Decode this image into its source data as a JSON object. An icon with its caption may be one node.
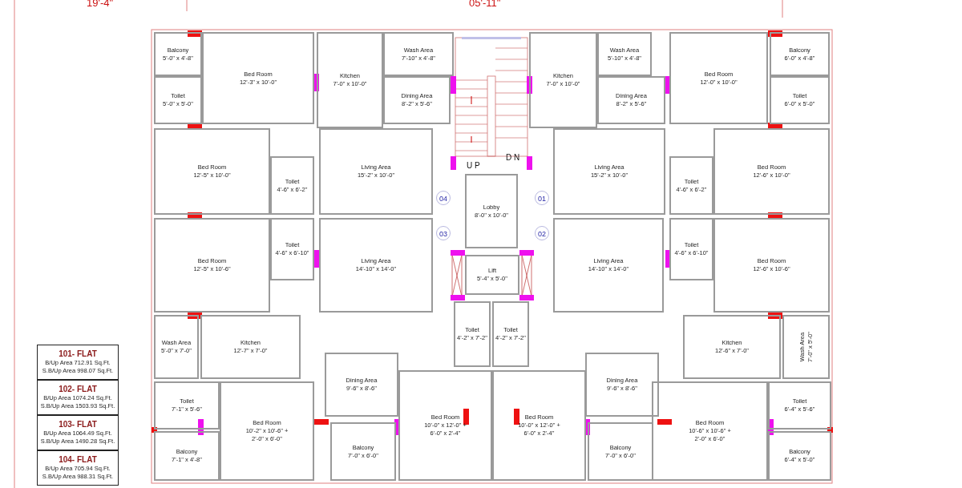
{
  "diagram": {
    "nodes": [
      {
        "text": [
          "Balcony",
          "5'-0\" x 4'-8\""
        ]
      },
      {
        "text": [
          "Bed Room",
          "12'-3\" x 10'-0\""
        ]
      },
      {
        "text": [
          "Kitchen",
          "7'-0\" x 10'-0\""
        ]
      },
      {
        "text": [
          "Wash Area",
          "7'-10\" x 4'-8\""
        ]
      },
      {
        "text": [
          "Kitchen",
          "7'-0\" x 10'-0\""
        ]
      },
      {
        "text": [
          "Wash Area",
          "5'-10\" x 4'-8\""
        ]
      },
      {
        "text": [
          "Bed Room",
          "12'-0\" x 10'-0\""
        ]
      },
      {
        "text": [
          "Balcony",
          "6'-0\" x 4'-8\""
        ]
      },
      {
        "text": [
          "Toilet",
          "5'-0\" x 5'-0\""
        ]
      },
      {
        "text": [
          "Dining Area",
          "8'-2\" x 5'-6\""
        ]
      },
      {
        "text": [
          "Dining Area",
          "8'-2\" x 5'-6\""
        ]
      },
      {
        "text": [
          "Toilet",
          "6'-0\" x 5'-0\""
        ]
      },
      {
        "text": [
          "Bed Room",
          "12'-5\" x 10'-0\""
        ]
      },
      {
        "text": [
          "Living Area",
          "15'-2\" x 10'-0\""
        ]
      },
      {
        "text": [
          "Living Area",
          "15'-2\" x 10'-0\""
        ]
      },
      {
        "text": [
          "Bed Room",
          "12'-6\" x 10'-0\""
        ]
      },
      {
        "text": [
          "Toilet",
          "4'-6\" x 6'-2\""
        ]
      },
      {
        "text": [
          "Toilet",
          "4'-6\" x 6'-2\""
        ]
      },
      {
        "text": [
          "Lobby",
          "8'-0\" x 10'-0\""
        ]
      },
      {
        "text": [
          "04"
        ]
      },
      {
        "text": [
          "01"
        ]
      },
      {
        "text": [
          "03"
        ]
      },
      {
        "text": [
          "02"
        ]
      },
      {
        "text": [
          "Toilet",
          "4'-6\" x 6'-10\""
        ]
      },
      {
        "text": [
          "Toilet",
          "4'-6\" x 6'-10\""
        ]
      },
      {
        "text": [
          "Bed Room",
          "12'-5\" x 10'-6\""
        ]
      },
      {
        "text": [
          "Living Area",
          "14'-10\" x 14'-0\""
        ]
      },
      {
        "text": [
          "Lift",
          "5'-4\" x 5'-0\""
        ]
      },
      {
        "text": [
          "Living Area",
          "14'-10\" x 14'-0\""
        ]
      },
      {
        "text": [
          "Bed Room",
          "12'-6\" x 10'-6\""
        ]
      },
      {
        "text": [
          "Toilet",
          "4'-2\" x 7'-2\""
        ]
      },
      {
        "text": [
          "Toilet",
          "4'-2\" x 7'-2\""
        ]
      },
      {
        "text": [
          "Wash Area",
          "5'-0\" x 7'-0\""
        ]
      },
      {
        "text": [
          "Kitchen",
          "12'-7\" x 7'-0\""
        ]
      },
      {
        "text": [
          "Kitchen",
          "12'-6\" x 7'-0\""
        ]
      },
      {
        "text": [
          "Wash Area",
          "7'-0\" x 5'-0\""
        ]
      },
      {
        "text": [
          "Dining Area",
          "9'-6\" x 8'-6\""
        ]
      },
      {
        "text": [
          "Dining Area",
          "9'-6\" x 8'-6\""
        ]
      },
      {
        "text": [
          "Toilet",
          "7'-1\" x 5'-6\""
        ]
      },
      {
        "text": [
          "Bed Room",
          "10'-2\" x 10'-6\" + 2'-0\" x 6'-0\""
        ]
      },
      {
        "text": [
          "Bed Room",
          "10'-0\" x 12'-0\" + 6'-0\" x 2'-4\""
        ]
      },
      {
        "text": [
          "Bed Room",
          "10'-0\" x 12'-0\" + 6'-0\" x 2'-4\""
        ]
      },
      {
        "text": [
          "Bed Room",
          "10'-6\" x 10'-6\" + 2'-0\" x 6'-0\""
        ]
      },
      {
        "text": [
          "Toilet",
          "6'-4\" x 5'-6\""
        ]
      },
      {
        "text": [
          "Balcony",
          "7'-1\" x 4'-8\""
        ]
      },
      {
        "text": [
          "Balcony",
          "7'-0\" x 6'-0\""
        ]
      },
      {
        "text": [
          "Balcony",
          "7'-0\" x 6'-0\""
        ]
      },
      {
        "text": [
          "Balcony",
          "6'-4\" x 5'-0\""
        ]
      },
      {
        "text": [
          "101- FLAT",
          "B/Up Area 712.91 Sq.Ft.",
          "S.B/Up Area 998.07 Sq.Ft."
        ]
      },
      {
        "text": [
          "102- FLAT",
          "B/Up Area 1074.24 Sq.Ft.",
          "S.B/Up Area 1503.93 Sq.Ft."
        ]
      },
      {
        "text": [
          "103- FLAT",
          "B/Up Area 1064.49 Sq.Ft.",
          "S.B/Up Area 1490.28 Sq.Ft."
        ]
      },
      {
        "text": [
          "104- FLAT",
          "B/Up Area 705.94 Sq.Ft.",
          "S.B/Up Area 988.31 Sq.Ft."
        ]
      }
    ],
    "edges": [],
    "labels": [
      "19'-4\"",
      "05'-11\"",
      "U P",
      "D N"
    ]
  }
}
